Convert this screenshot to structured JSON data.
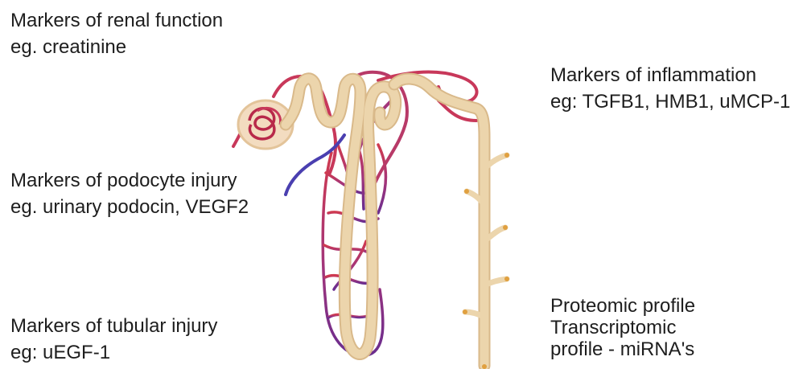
{
  "labels": {
    "renal": {
      "line1": "Markers of renal function",
      "line2": "eg. creatinine"
    },
    "podocyte": {
      "line1": "Markers of podocyte injury",
      "line2": "eg. urinary podocin, VEGF2"
    },
    "tubular": {
      "line1": "Markers of tubular injury",
      "line2": "eg: uEGF-1"
    },
    "inflammation": {
      "line1": "Markers of inflammation",
      "line2": "eg: TGFB1, HMB1, uMCP-1"
    },
    "omics": {
      "line1": "Proteomic profile",
      "line2": "Transcriptomic",
      "line3": "profile - miRNA's"
    }
  },
  "colors": {
    "tubule": "#ecd5ac",
    "tubule_dark": "#d9b98a",
    "artery": "#c8385a",
    "vein": "#8a2e86",
    "vein_blue": "#4a3fb0",
    "capsule": "#f3dcc0"
  }
}
